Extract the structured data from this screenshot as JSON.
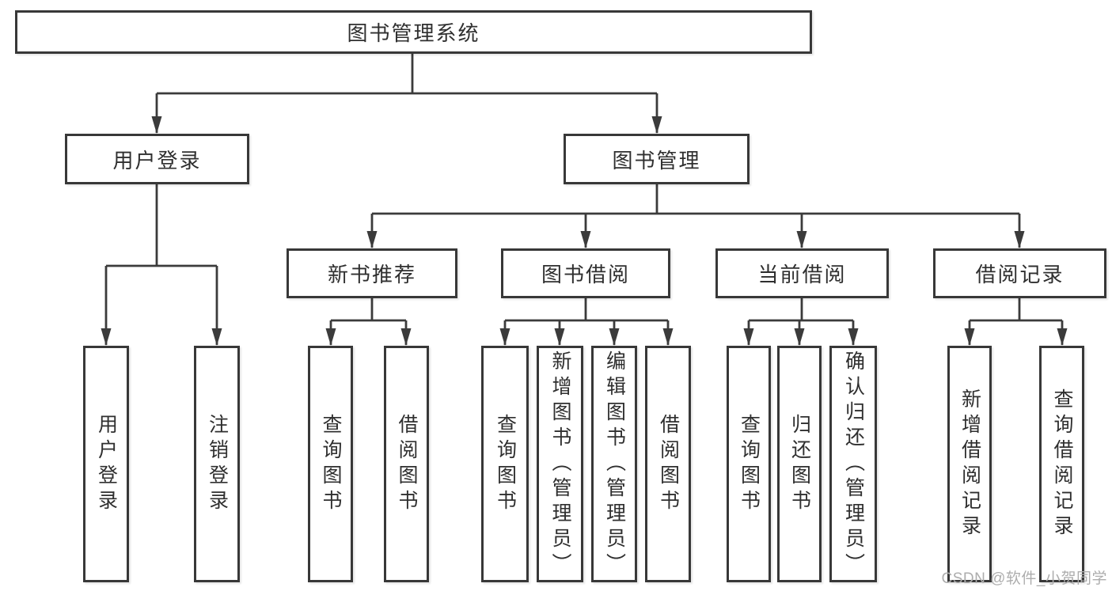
{
  "diagram_type": "hierarchy-tree",
  "tree": {
    "label": "图书管理系统",
    "children": [
      {
        "label": "用户登录",
        "children": [
          {
            "label": "用户登录"
          },
          {
            "label": "注销登录"
          }
        ]
      },
      {
        "label": "图书管理",
        "children": [
          {
            "label": "新书推荐",
            "children": [
              {
                "label": "查询图书"
              },
              {
                "label": "借阅图书"
              }
            ]
          },
          {
            "label": "图书借阅",
            "children": [
              {
                "label": "查询图书"
              },
              {
                "label": "新增图书（管理员）"
              },
              {
                "label": "编辑图书（管理员）"
              },
              {
                "label": "借阅图书"
              }
            ]
          },
          {
            "label": "当前借阅",
            "children": [
              {
                "label": "查询图书"
              },
              {
                "label": "归还图书"
              },
              {
                "label": "确认归还（管理员）"
              }
            ]
          },
          {
            "label": "借阅记录",
            "children": [
              {
                "label": "新增借阅记录"
              },
              {
                "label": "查询借阅记录"
              }
            ]
          }
        ]
      }
    ]
  },
  "watermark": {
    "text": "CSDN @软件_小贺同学"
  },
  "colors": {
    "background": "#ffffff",
    "line": "#3b3b3b",
    "box_border": "#383838",
    "text": "#2f2f2f",
    "watermark": "#adadad"
  }
}
